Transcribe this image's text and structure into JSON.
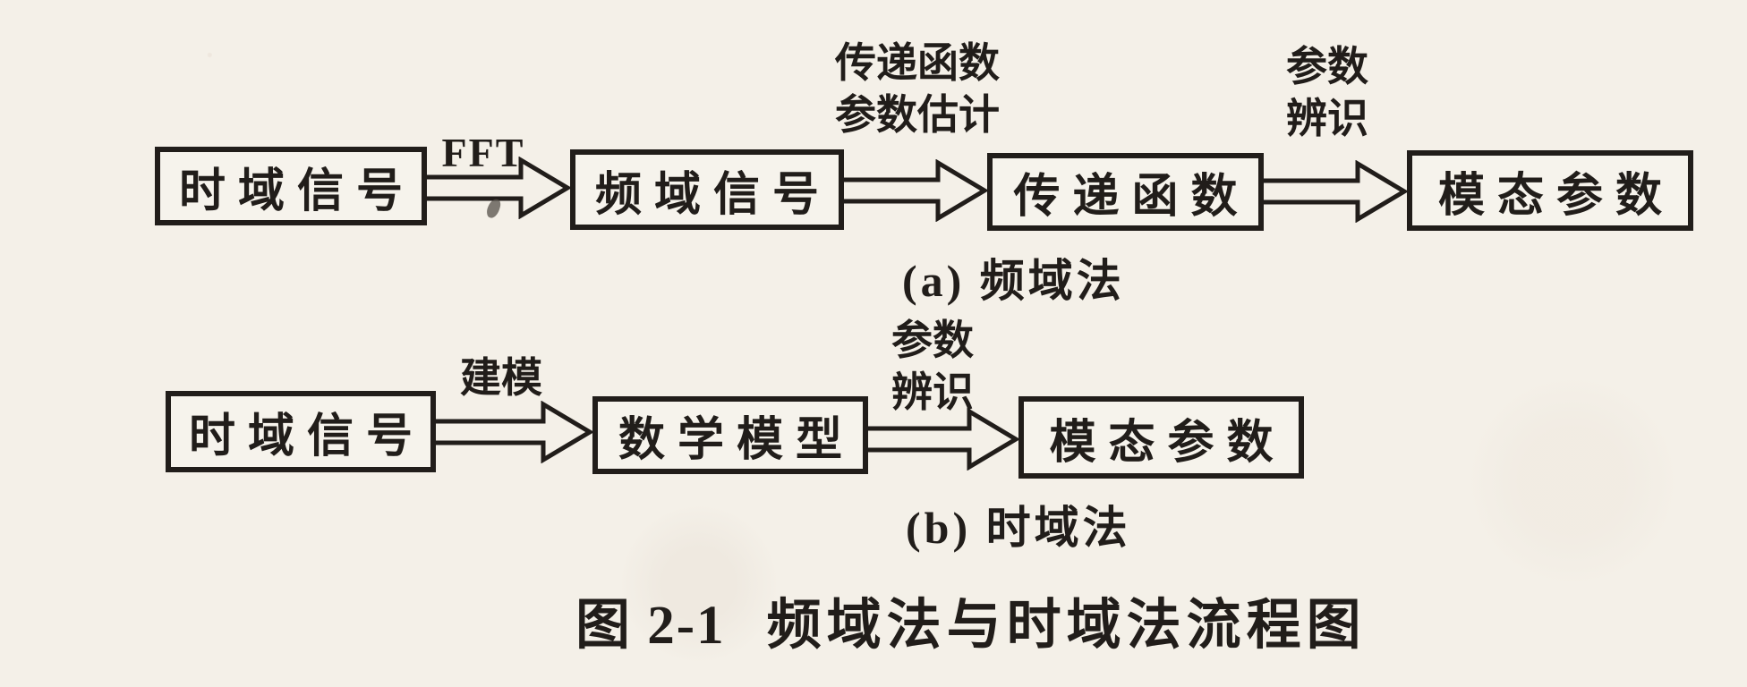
{
  "figure": {
    "number": "图 2-1",
    "title": "频域法与时域法流程图"
  },
  "flow_a": {
    "caption": "(a) 频域法",
    "boxes": [
      {
        "label": "时域信号"
      },
      {
        "label": "频域信号"
      },
      {
        "label": "传递函数"
      },
      {
        "label": "模态参数"
      }
    ],
    "arrows": [
      {
        "line1": "FFT"
      },
      {
        "line1": "传递函数",
        "line2": "参数估计"
      },
      {
        "line1": "参数",
        "line2": "辨识"
      }
    ]
  },
  "flow_b": {
    "caption": "(b) 时域法",
    "boxes": [
      {
        "label": "时域信号"
      },
      {
        "label": "数学模型"
      },
      {
        "label": "模态参数"
      }
    ],
    "arrows": [
      {
        "line1": "建模"
      },
      {
        "line1": "参数",
        "line2": "辨识"
      }
    ]
  },
  "colors": {
    "ink": "#211d1a",
    "paper": "#f4f0e8"
  }
}
